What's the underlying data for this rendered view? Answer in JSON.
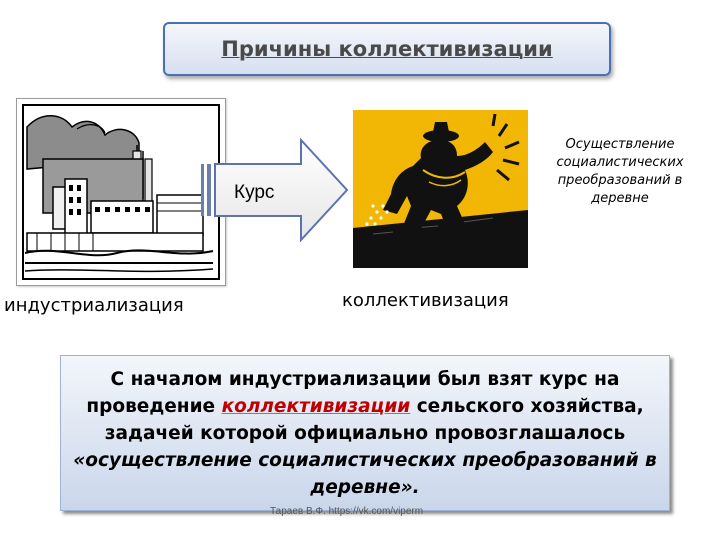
{
  "title": "Причины коллективизации",
  "arrow_label": "Курс",
  "left_caption": "индустриализация",
  "right_caption": "коллективизация",
  "note": "Осуществление социалистических преобразований в деревне",
  "bottom": {
    "part1": "С началом индустриализации был взят курс на проведение",
    "highlight": "коллективизации",
    "part2": "сельского хозяйства, задачей которой официально провозглашалось",
    "quote": "«осуществление социалистических преобразований в деревне»."
  },
  "credit": "Тараев В.Ф. https://vk.com/viperm",
  "colors": {
    "title_border": "#4a6fb5",
    "highlight": "#c00000",
    "picture_background": "#f2b705",
    "box_fill": "#c9d6ea"
  }
}
